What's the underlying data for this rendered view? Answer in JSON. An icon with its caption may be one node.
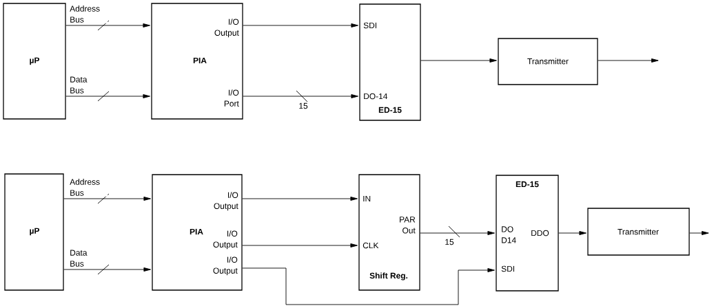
{
  "diagram": {
    "nodes": [
      {
        "text": [
          "µP"
        ]
      },
      {
        "text": [
          "PIA",
          "I/O Output",
          "I/O Port"
        ]
      },
      {
        "text": [
          "SDI",
          "DO-14",
          "ED-15"
        ]
      },
      {
        "text": [
          "Transmitter"
        ]
      },
      {
        "text": [
          "µP"
        ]
      },
      {
        "text": [
          "PIA",
          "I/O Output",
          "I/O Output",
          "I/O Output"
        ]
      },
      {
        "text": [
          "IN",
          "PAR Out",
          "CLK",
          "Shift Reg."
        ]
      },
      {
        "text": [
          "ED-15",
          "DO D14",
          "DDO",
          "SDI"
        ]
      },
      {
        "text": [
          "Transmitter"
        ]
      }
    ],
    "edges": [
      {
        "from": 0,
        "to": 1,
        "arrow": "to",
        "label": "Address Bus"
      },
      {
        "from": 0,
        "to": 1,
        "arrow": "to",
        "label": "Data Bus"
      },
      {
        "from": 1,
        "to": 2,
        "arrow": "to"
      },
      {
        "from": 1,
        "to": 2,
        "arrow": "to",
        "label": "15"
      },
      {
        "from": 2,
        "to": 3,
        "arrow": "to"
      },
      {
        "from": 3,
        "to": null,
        "arrow": "to"
      },
      {
        "from": 4,
        "to": 5,
        "arrow": "to",
        "label": "Address Bus"
      },
      {
        "from": 4,
        "to": 5,
        "arrow": "to",
        "label": "Data Bus"
      },
      {
        "from": 5,
        "to": 6,
        "arrow": "to"
      },
      {
        "from": 5,
        "to": 6,
        "arrow": "to"
      },
      {
        "from": 5,
        "to": 7,
        "arrow": "to"
      },
      {
        "from": 6,
        "to": 7,
        "arrow": "to",
        "label": "15"
      },
      {
        "from": 7,
        "to": 8,
        "arrow": "to"
      },
      {
        "from": 8,
        "to": null,
        "arrow": "to"
      }
    ]
  }
}
